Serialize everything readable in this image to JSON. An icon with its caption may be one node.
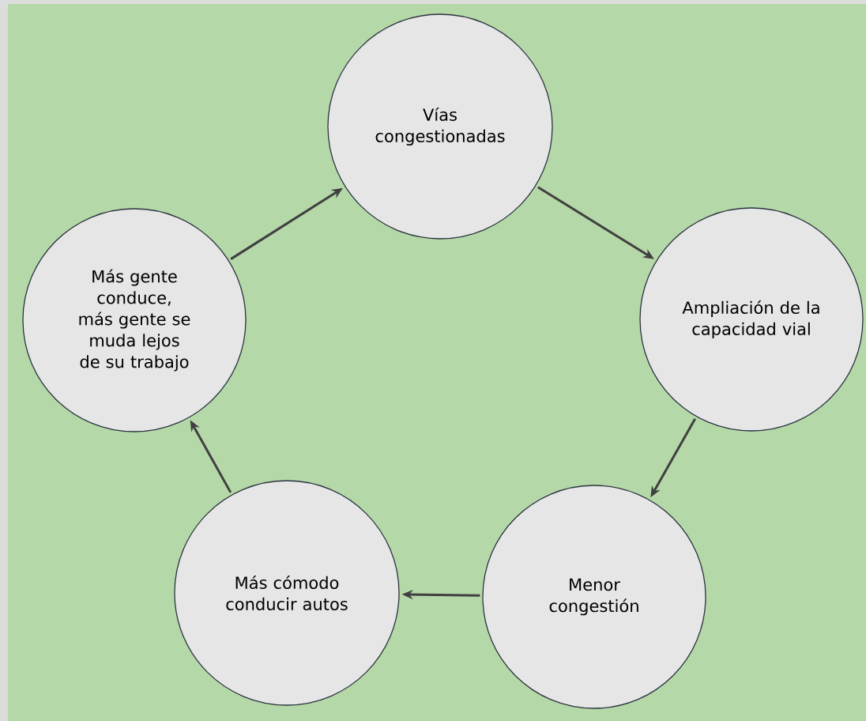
{
  "diagram": {
    "nodes": [
      {
        "text": [
          "Vías congestionadas"
        ]
      },
      {
        "text": [
          "Ampliación de la capacidad vial"
        ]
      },
      {
        "text": [
          "Menor congestión"
        ]
      },
      {
        "text": [
          "Más cómodo conducir autos"
        ]
      },
      {
        "text": [
          "Más gente conduce, más gente se muda lejos de su trabajo"
        ]
      }
    ],
    "edges": [
      {
        "from": 0,
        "to": 1,
        "arrow": "to"
      },
      {
        "from": 1,
        "to": 2,
        "arrow": "to"
      },
      {
        "from": 2,
        "to": 3,
        "arrow": "to"
      },
      {
        "from": 3,
        "to": 4,
        "arrow": "to"
      },
      {
        "from": 4,
        "to": 0,
        "arrow": "to"
      }
    ]
  }
}
